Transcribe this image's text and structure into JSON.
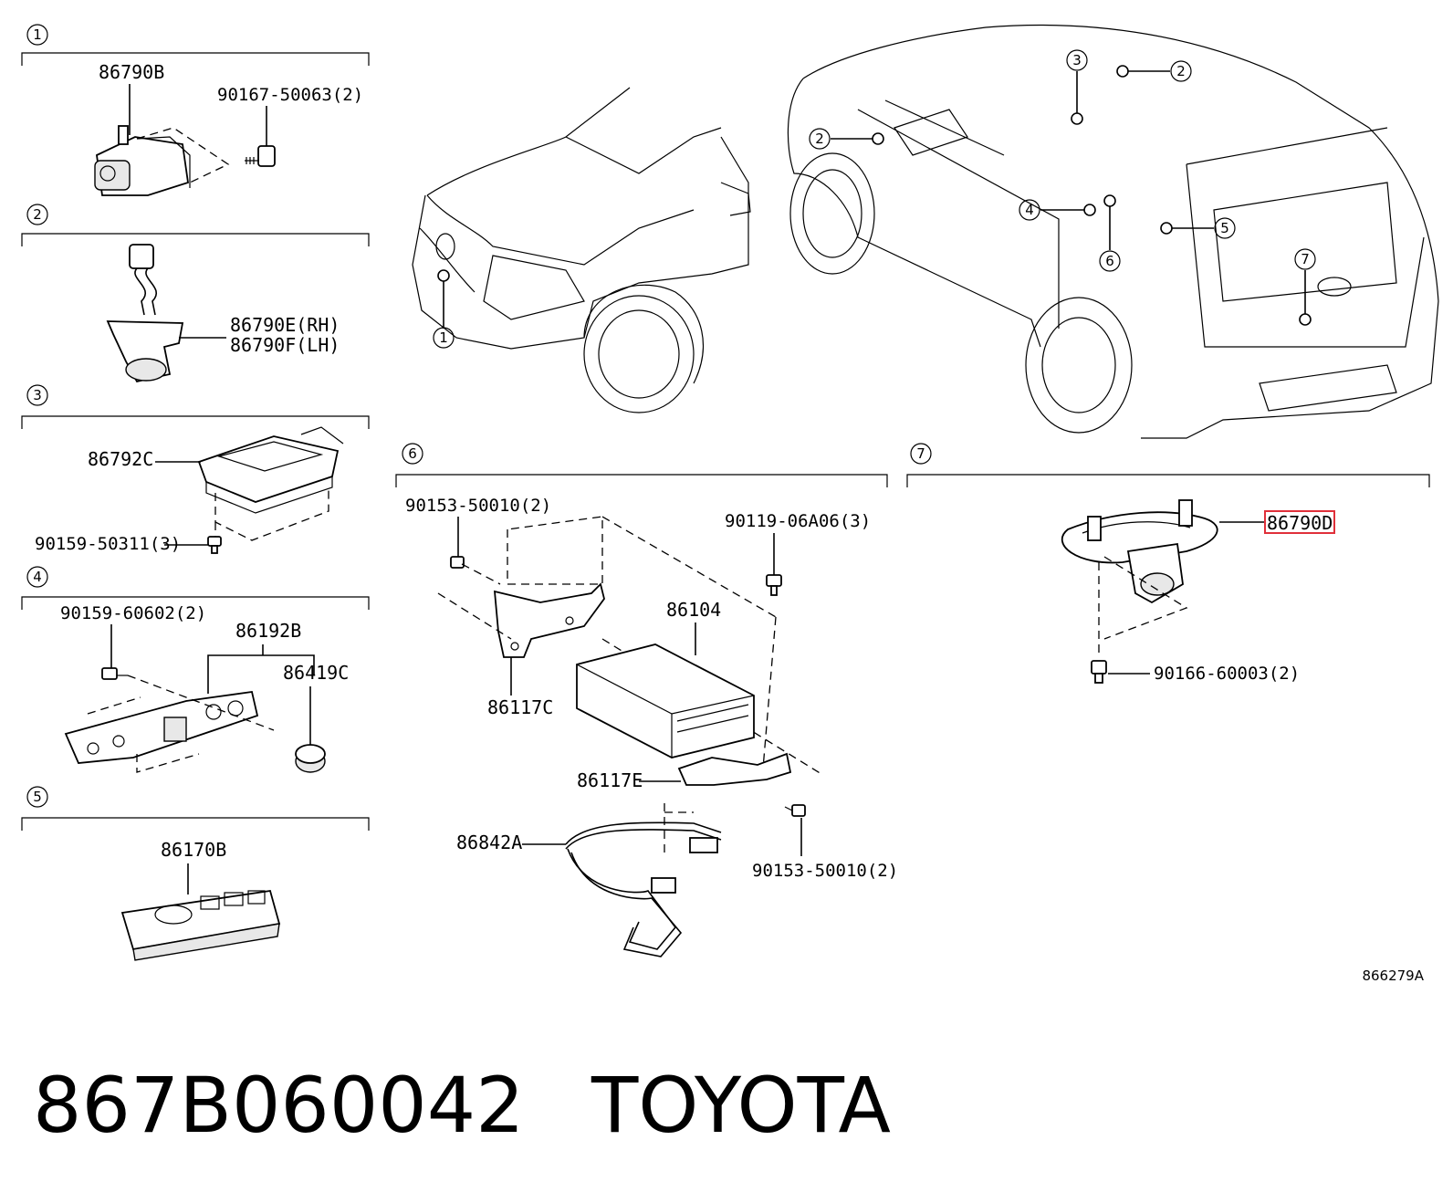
{
  "sections": [
    {
      "index": "1",
      "parts": [
        "86790B",
        "90167-50063(2)"
      ]
    },
    {
      "index": "2",
      "parts": [
        "86790E(RH)",
        "86790F(LH)"
      ]
    },
    {
      "index": "3",
      "parts": [
        "86792C",
        "90159-50311(3)"
      ]
    },
    {
      "index": "4",
      "parts": [
        "90159-60602(2)",
        "86192B",
        "86419C"
      ]
    },
    {
      "index": "5",
      "parts": [
        "86170B"
      ]
    },
    {
      "index": "6",
      "parts": [
        "90153-50010(2)",
        "90119-06A06(3)",
        "86104",
        "86117C",
        "86117E",
        "86842A",
        "90153-50010(2)"
      ]
    },
    {
      "index": "7",
      "parts": [
        "86790D",
        "90166-60003(2)"
      ]
    }
  ],
  "vehicle_callouts": [
    "1",
    "2",
    "3",
    "2",
    "4",
    "5",
    "6",
    "7"
  ],
  "highlighted_part": "86790D",
  "highlight_color": "#e0303a",
  "diagram_code": "866279A",
  "footer": {
    "part_number": "867B060042",
    "brand": "TOYOTA"
  }
}
